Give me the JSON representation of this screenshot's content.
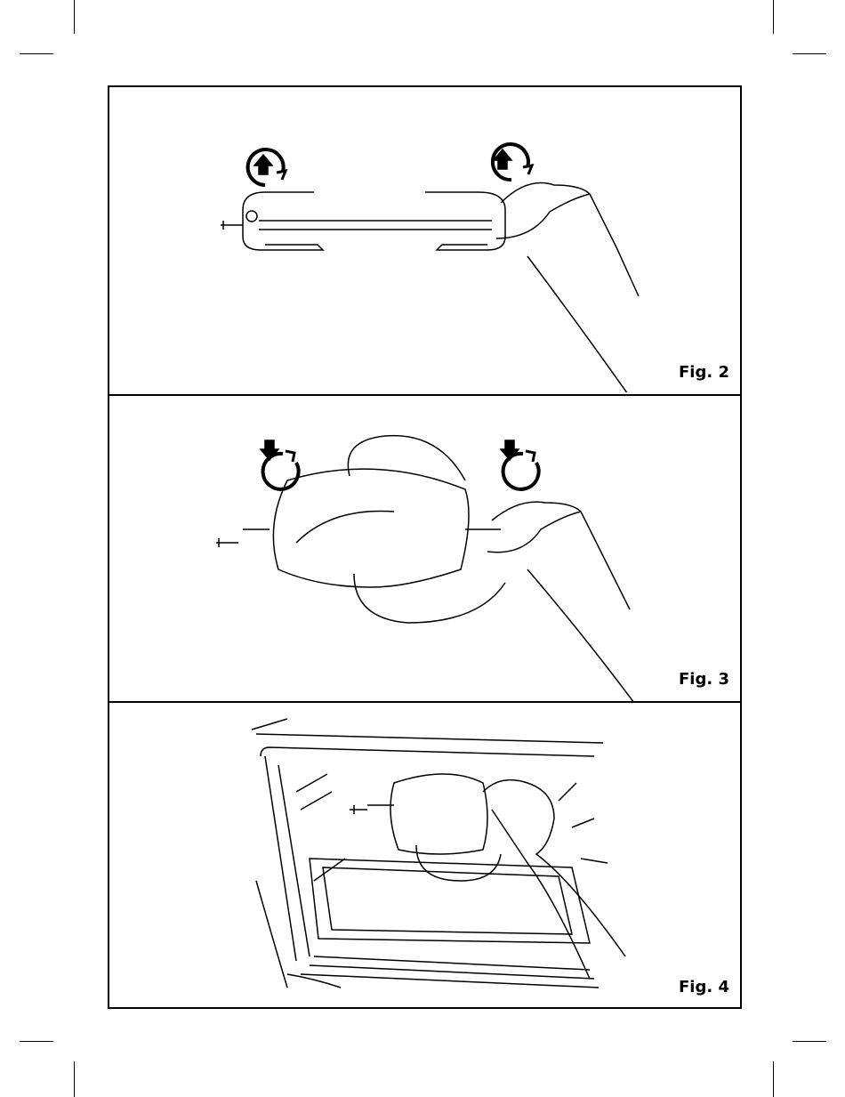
{
  "figures": [
    {
      "label": "Fig. 2"
    },
    {
      "label": "Fig. 3"
    },
    {
      "label": "Fig. 4"
    }
  ]
}
